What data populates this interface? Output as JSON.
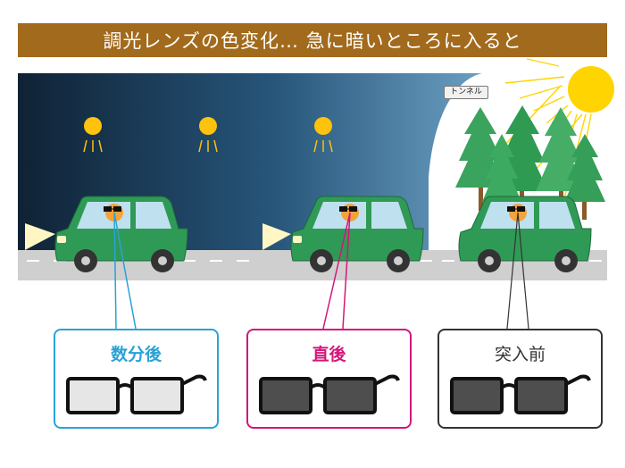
{
  "title": "調光レンズの色変化… 急に暗いところに入ると",
  "tunnel_sign": "トンネル",
  "stages": [
    {
      "label": "数分後",
      "color": "#29a2d6",
      "lens": "#e6e6e6",
      "label_bold": true
    },
    {
      "label": "直後",
      "color": "#d4167a",
      "lens": "#4e4e4e",
      "label_bold": true
    },
    {
      "label": "突入前",
      "color": "#333333",
      "lens": "#4e4e4e",
      "label_bold": false
    }
  ],
  "colors": {
    "title_bg": "#a26a1c",
    "tunnel_dark": "#0f2235",
    "tunnel_light": "#5a8fb2",
    "road": "#cfcfcf",
    "car": "#2f9a56",
    "sun": "#ffd400",
    "lamp": "#ffc20e",
    "tree": "#3aa35d"
  },
  "icons": [
    "lamp-icon",
    "sun-icon",
    "car-icon",
    "tree-icon",
    "glasses-icon",
    "driver-icon"
  ]
}
